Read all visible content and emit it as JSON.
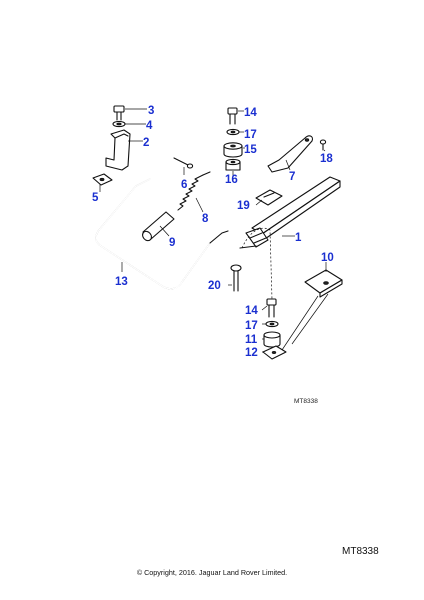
{
  "diagram": {
    "callouts": [
      "1",
      "2",
      "3",
      "4",
      "5",
      "6",
      "7",
      "8",
      "9",
      "10",
      "11",
      "12",
      "13",
      "14",
      "14",
      "15",
      "16",
      "17",
      "17",
      "18",
      "19",
      "20"
    ],
    "reference_small": "MT8338",
    "reference_large": "MT8338"
  },
  "footer": {
    "copyright": "© Copyright, 2016. Jaguar Land Rover Limited."
  },
  "colors": {
    "callout": "#1a2fd0",
    "line": "#111111",
    "background": "#ffffff"
  }
}
